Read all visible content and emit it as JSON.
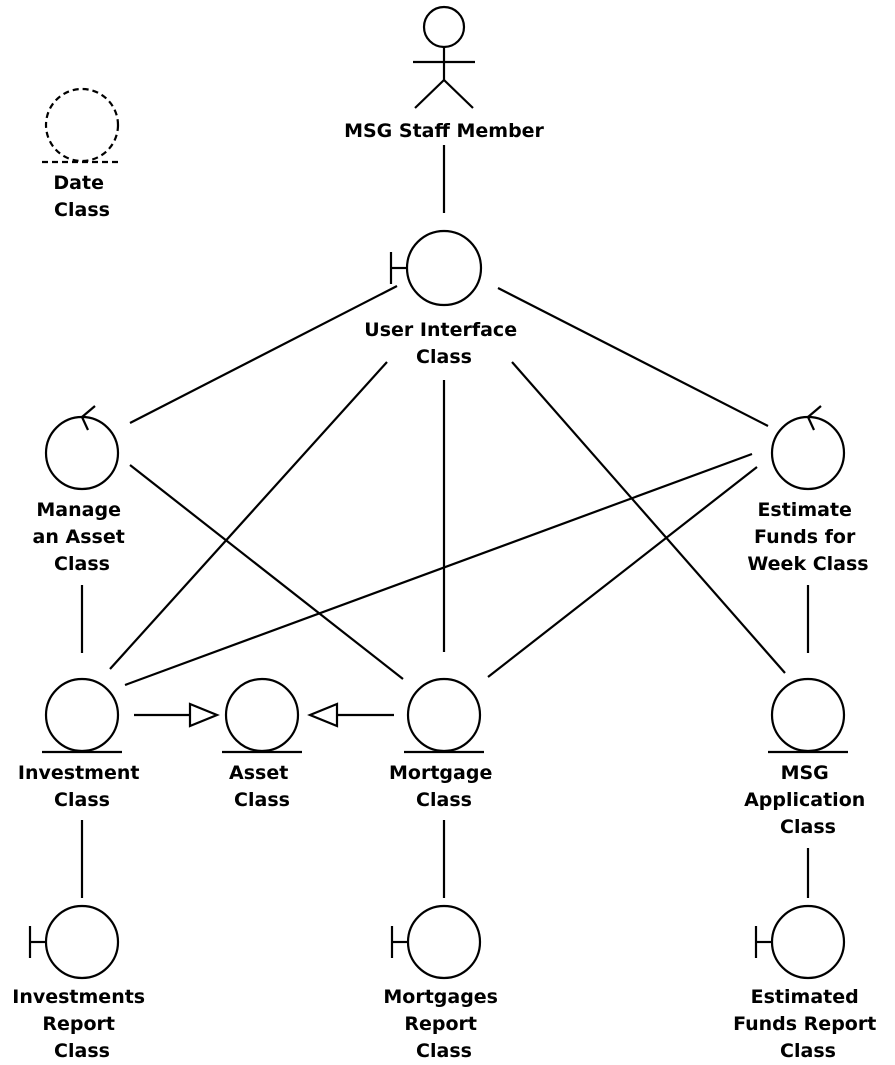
{
  "diagram": {
    "actor": {
      "label": [
        "MSG Staff Member"
      ]
    },
    "date_class": {
      "label": [
        "Date",
        "Class"
      ]
    },
    "user_interface": {
      "label": [
        "User Interface",
        "Class"
      ]
    },
    "manage_asset": {
      "label": [
        "Manage",
        "an Asset",
        "Class"
      ]
    },
    "estimate_funds": {
      "label": [
        "Estimate",
        "Funds for",
        "Week Class"
      ]
    },
    "investment": {
      "label": [
        "Investment",
        "Class"
      ]
    },
    "asset": {
      "label": [
        "Asset",
        "Class"
      ]
    },
    "mortgage": {
      "label": [
        "Mortgage",
        "Class"
      ]
    },
    "msg_application": {
      "label": [
        "MSG",
        "Application",
        "Class"
      ]
    },
    "investments_report": {
      "label": [
        "Investments",
        "Report",
        "Class"
      ]
    },
    "mortgages_report": {
      "label": [
        "Mortgages",
        "Report",
        "Class"
      ]
    },
    "estimated_funds_report": {
      "label": [
        "Estimated",
        "Funds Report",
        "Class"
      ]
    }
  }
}
